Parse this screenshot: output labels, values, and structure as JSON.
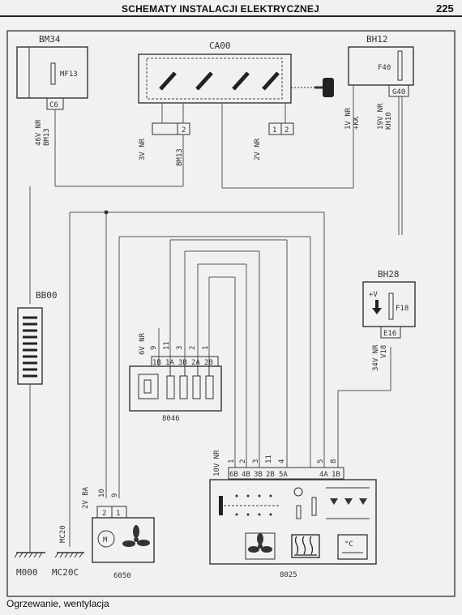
{
  "header": {
    "title": "SCHEMATY INSTALACJI ELEKTRYCZNEJ",
    "page_number": "225"
  },
  "footer": {
    "caption": "Ogrzewanie, wentylacja"
  },
  "components": {
    "bm34": {
      "name": "BM34",
      "fuse": "MF13",
      "connector": "C6",
      "wire": "46V NR",
      "wire_id": "BM13"
    },
    "ca00": {
      "name": "CA00"
    },
    "bh12": {
      "name": "BH12",
      "fuse": "F40",
      "connector": "G40",
      "wire_a": "1V NR",
      "wire_a_id": "+KK",
      "wire_b": "19V NR",
      "wire_b_id": "KH10"
    },
    "plug_3v": {
      "pin": "2",
      "wire": "3V NR",
      "wire_id": "BM13"
    },
    "plug_2v": {
      "pins": [
        "1",
        "2"
      ],
      "wire": "2V NR"
    },
    "bb00": {
      "name": "BB00"
    },
    "bh28": {
      "name": "BH28",
      "symbol": "+V",
      "fuse": "F18",
      "connector": "E16",
      "wire": "34V NR",
      "wire_id": "V18"
    },
    "c8046": {
      "name": "8046",
      "wire": "6V NR",
      "pins": [
        "1B",
        "1A",
        "3B",
        "2A",
        "2B"
      ],
      "wire_numbers": [
        "9",
        "11",
        "3",
        "2",
        "1"
      ]
    },
    "c6050": {
      "name": "6050",
      "wire": "2V BA",
      "pins": [
        "2",
        "1"
      ],
      "wire_numbers": [
        "10",
        "9"
      ]
    },
    "c8025": {
      "name": "8025",
      "wire": "10V NR",
      "pins": [
        "6B",
        "4B",
        "3B",
        "2B",
        "5A",
        "4A",
        "1B"
      ],
      "wire_numbers": [
        "1",
        "2",
        "3",
        "11",
        "4",
        "5",
        "8"
      ]
    },
    "m000": {
      "name": "M000"
    },
    "mc20": {
      "name": "MC20",
      "label": "MC20C"
    }
  }
}
